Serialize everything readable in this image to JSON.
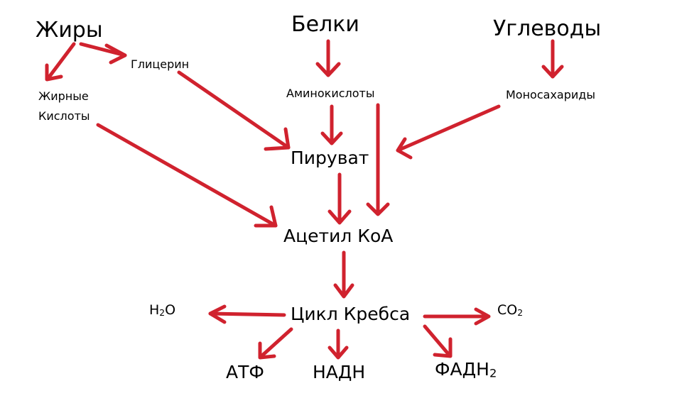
{
  "sources": {
    "fats": "Жиры",
    "proteins": "Белки",
    "carbs": "Углеводы"
  },
  "intermediates": {
    "glycerol": "Глицерин",
    "fatty_acids_line1": "Жирные",
    "fatty_acids_line2": "Кислоты",
    "amino_acids": "Аминокислоты",
    "monosaccharides": "Моносахариды",
    "pyruvate": "Пируват",
    "acetyl_coa": "Ацетил КоА",
    "krebs_cycle": "Цикл Кребса"
  },
  "products": {
    "water_main": "H",
    "water_sub": "2",
    "water_tail": "O",
    "co2_main": "CO",
    "co2_sub": "2",
    "atp": "АТФ",
    "nadh": "НАДН",
    "fadh_main": "ФАДН",
    "fadh_sub": "2"
  },
  "colors": {
    "arrow": "#d0222e",
    "text": "#000000",
    "background": "#ffffff"
  }
}
